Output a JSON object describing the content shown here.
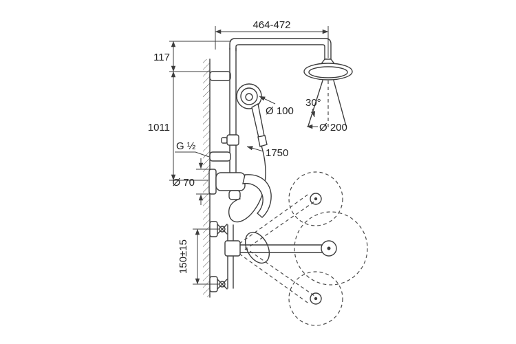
{
  "figure": {
    "type": "technical-dimension-drawing",
    "subject": "wall-mounted shower system with head shower, hand shower and mixer",
    "line_color": "#3d3d3d",
    "dimensions": {
      "top_width": "464-472",
      "top_offset": "117",
      "height": "1011",
      "thread": "G ½",
      "escutcheon_diameter": "Ø 70",
      "hand_shower_diameter": "Ø 100",
      "spray_angle": "30°",
      "head_diameter": "Ø 200",
      "hose_length": "1750",
      "bottom_spacing": "150±15"
    }
  }
}
